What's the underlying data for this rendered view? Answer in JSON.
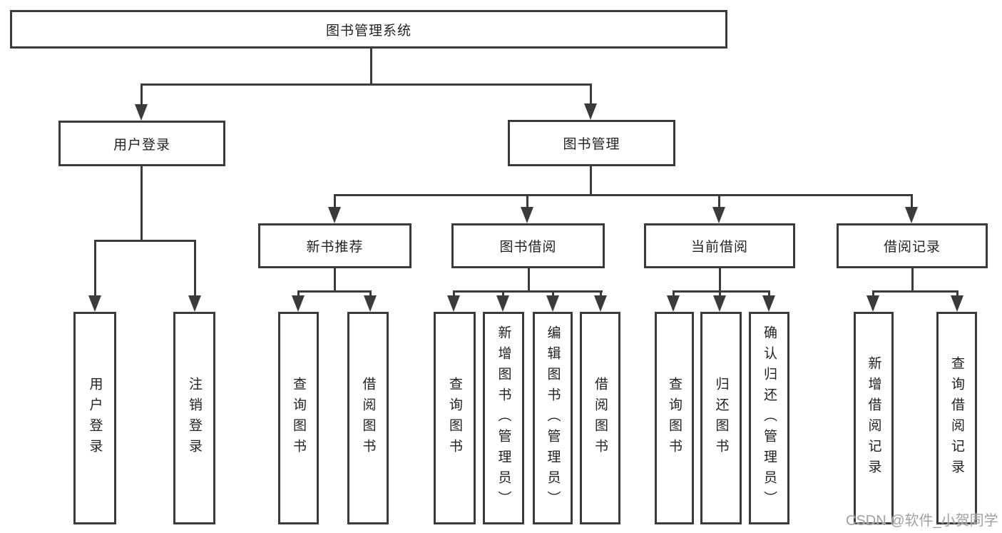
{
  "diagram": {
    "type": "tree",
    "root": {
      "label": "图书管理系统"
    },
    "children": [
      {
        "label": "用户登录",
        "children": [
          {
            "label": "用户登录"
          },
          {
            "label": "注销登录"
          }
        ]
      },
      {
        "label": "图书管理",
        "children": [
          {
            "label": "新书推荐",
            "children": [
              {
                "label": "查询图书"
              },
              {
                "label": "借阅图书"
              }
            ]
          },
          {
            "label": "图书借阅",
            "children": [
              {
                "label": "查询图书"
              },
              {
                "label": "新增图书（管理员）"
              },
              {
                "label": "编辑图书（管理员）"
              },
              {
                "label": "借阅图书"
              }
            ]
          },
          {
            "label": "当前借阅",
            "children": [
              {
                "label": "查询图书"
              },
              {
                "label": "归还图书"
              },
              {
                "label": "确认归还（管理员）"
              }
            ]
          },
          {
            "label": "借阅记录",
            "children": [
              {
                "label": "新增借阅记录"
              },
              {
                "label": "查询借阅记录"
              }
            ]
          }
        ]
      }
    ]
  },
  "watermark": {
    "text": "CSDN @软件_小贺同学"
  },
  "colors": {
    "line": "#3b3b3b",
    "text": "#222222",
    "background": "#ffffff",
    "watermark": "#a0a0a0"
  }
}
